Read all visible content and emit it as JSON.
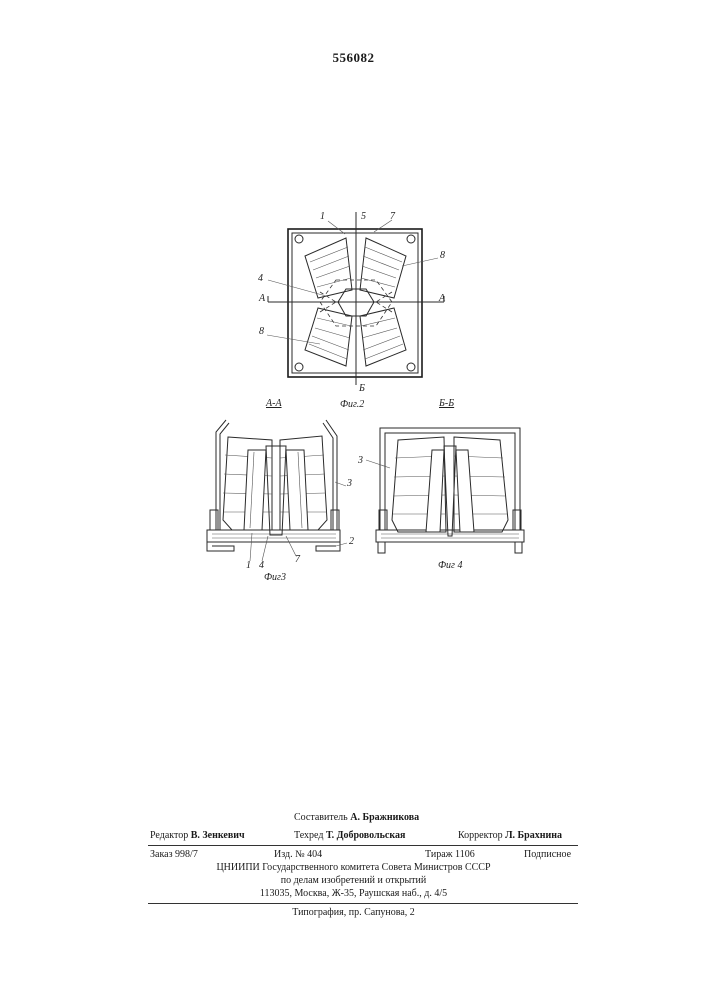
{
  "document": {
    "patent_number": "556082"
  },
  "figures": {
    "fig2": {
      "caption": "Фиг.2",
      "section_label_a": "А",
      "section_label_b": "Б",
      "callouts": [
        "1",
        "5",
        "7",
        "8",
        "4",
        "8"
      ]
    },
    "fig3": {
      "caption": "Фиг3",
      "section_title": "А-А",
      "callouts": [
        "3",
        "2",
        "1",
        "4",
        "7"
      ]
    },
    "fig4": {
      "caption": "Фиг 4",
      "section_title": "Б-Б",
      "callouts": [
        "3"
      ]
    }
  },
  "imprint": {
    "compiler": {
      "label": "Составитель",
      "name": "А. Бражникова"
    },
    "editor": {
      "label": "Редактор",
      "name": "В. Зенкевич"
    },
    "techred": {
      "label": "Техред",
      "name": "Т. Добровольская"
    },
    "corrector": {
      "label": "Корректор",
      "name": "Л. Брахнина"
    },
    "order": "Заказ 998/7",
    "edition_no": "Изд. № 404",
    "print_run": "Тираж 1106",
    "subscription": "Подписное",
    "org_line1": "ЦНИИПИ Государственного комитета Совета Министров СССР",
    "org_line2": "по делам изобретений и открытий",
    "org_address": "113035, Москва, Ж-35, Раушская наб., д. 4/5",
    "printer": "Типография, пр. Сапунова, 2"
  }
}
